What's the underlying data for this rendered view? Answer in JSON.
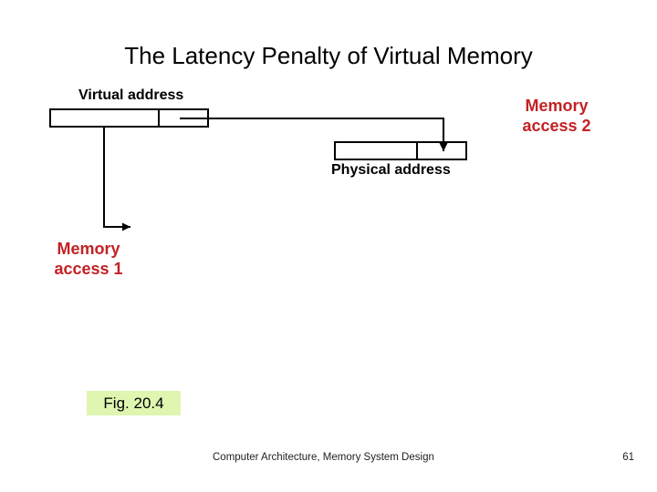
{
  "slide": {
    "title": "The Latency Penalty of Virtual Memory",
    "diagram": {
      "virtual_address_label": "Virtual address",
      "physical_address_label": "Physical address",
      "memory_access_1_label": "Memory\naccess 1",
      "memory_access_2_label": "Memory\naccess 2"
    },
    "figure_caption": "Fig. 20.4",
    "footer": {
      "text": "Computer Architecture, Memory System Design",
      "page_number": "61"
    }
  },
  "colors": {
    "accent_red": "#c32125",
    "caption_highlight": "#def6b0",
    "line_black": "#000000",
    "footer_gray": "#1f1f1f"
  }
}
